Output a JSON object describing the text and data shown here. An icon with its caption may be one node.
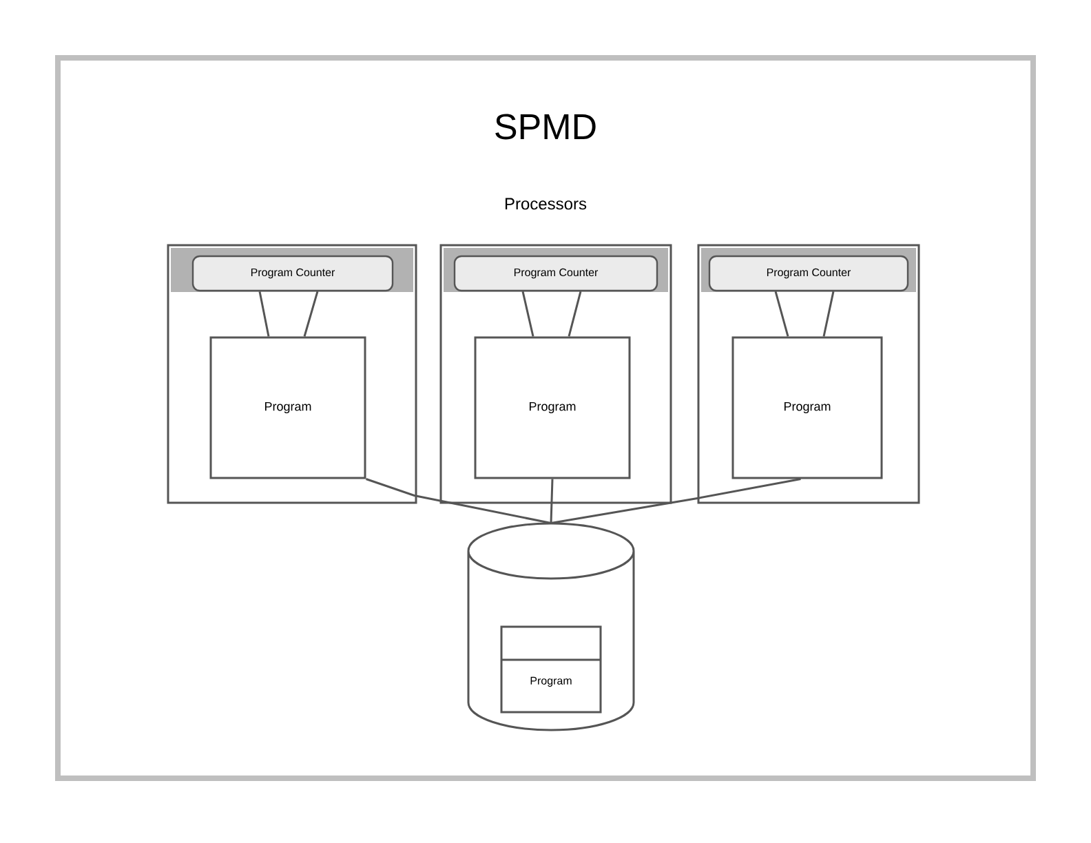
{
  "diagram": {
    "title": "SPMD",
    "nodes": [
      {
        "text": [],
        "shape": "box"
      },
      {
        "text": [
          "Program Counter"
        ],
        "in": 0
      },
      {
        "text": [
          "Program"
        ],
        "in": 0
      },
      {
        "text": [],
        "shape": "box"
      },
      {
        "text": [
          "Program Counter"
        ],
        "in": 3
      },
      {
        "text": [
          "Program"
        ],
        "in": 3
      },
      {
        "text": [],
        "shape": "box"
      },
      {
        "text": [
          "Program Counter"
        ],
        "in": 6
      },
      {
        "text": [
          "Program"
        ],
        "in": 6
      },
      {
        "text": [],
        "shape": "cylinder"
      },
      {
        "text": [
          "Program"
        ],
        "in": 9
      }
    ],
    "edges": [
      {
        "from": 1,
        "to": 2,
        "arrow": "none"
      },
      {
        "from": 1,
        "to": 2,
        "arrow": "none"
      },
      {
        "from": 4,
        "to": 5,
        "arrow": "none"
      },
      {
        "from": 4,
        "to": 5,
        "arrow": "none"
      },
      {
        "from": 7,
        "to": 8,
        "arrow": "none"
      },
      {
        "from": 7,
        "to": 8,
        "arrow": "none"
      },
      {
        "from": 2,
        "to": 9,
        "arrow": "none"
      },
      {
        "from": 5,
        "to": 9,
        "arrow": "none"
      },
      {
        "from": 8,
        "to": 9,
        "arrow": "none"
      }
    ],
    "labels": [
      "Processors"
    ]
  }
}
